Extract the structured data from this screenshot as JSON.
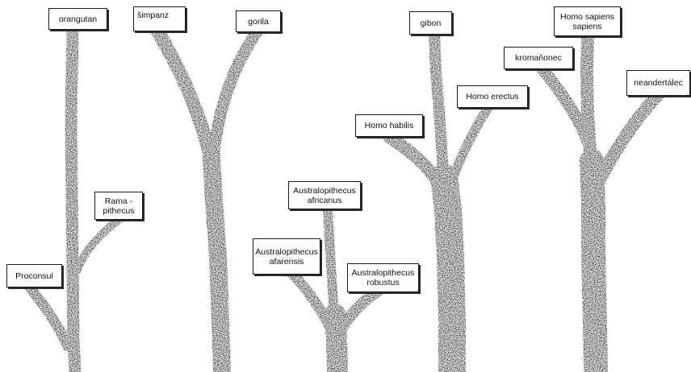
{
  "diagram": {
    "labels": {
      "orangutan": "orangutan",
      "simpanz": "šimpanz",
      "gorila": "gorila",
      "ramapithecus": "Rama -\npithecus",
      "proconsul": "Proconsul",
      "afarensis": "Australopithecus\nafarensis",
      "africanus": "Australopithecus\nafricanus",
      "robustus": "Australopithecus\nrobustus",
      "gibon": "gibon",
      "erectus": "Homo erectus",
      "habilis": "Homo  habilis",
      "sapiens": "Homo sapiens\nsapiens",
      "kromanonec": "kromaňonec",
      "neandertalec": "neandertálec"
    },
    "colors": {
      "branch": "#161616",
      "label_border": "#1a1a1a",
      "background": "#ffffff"
    }
  }
}
